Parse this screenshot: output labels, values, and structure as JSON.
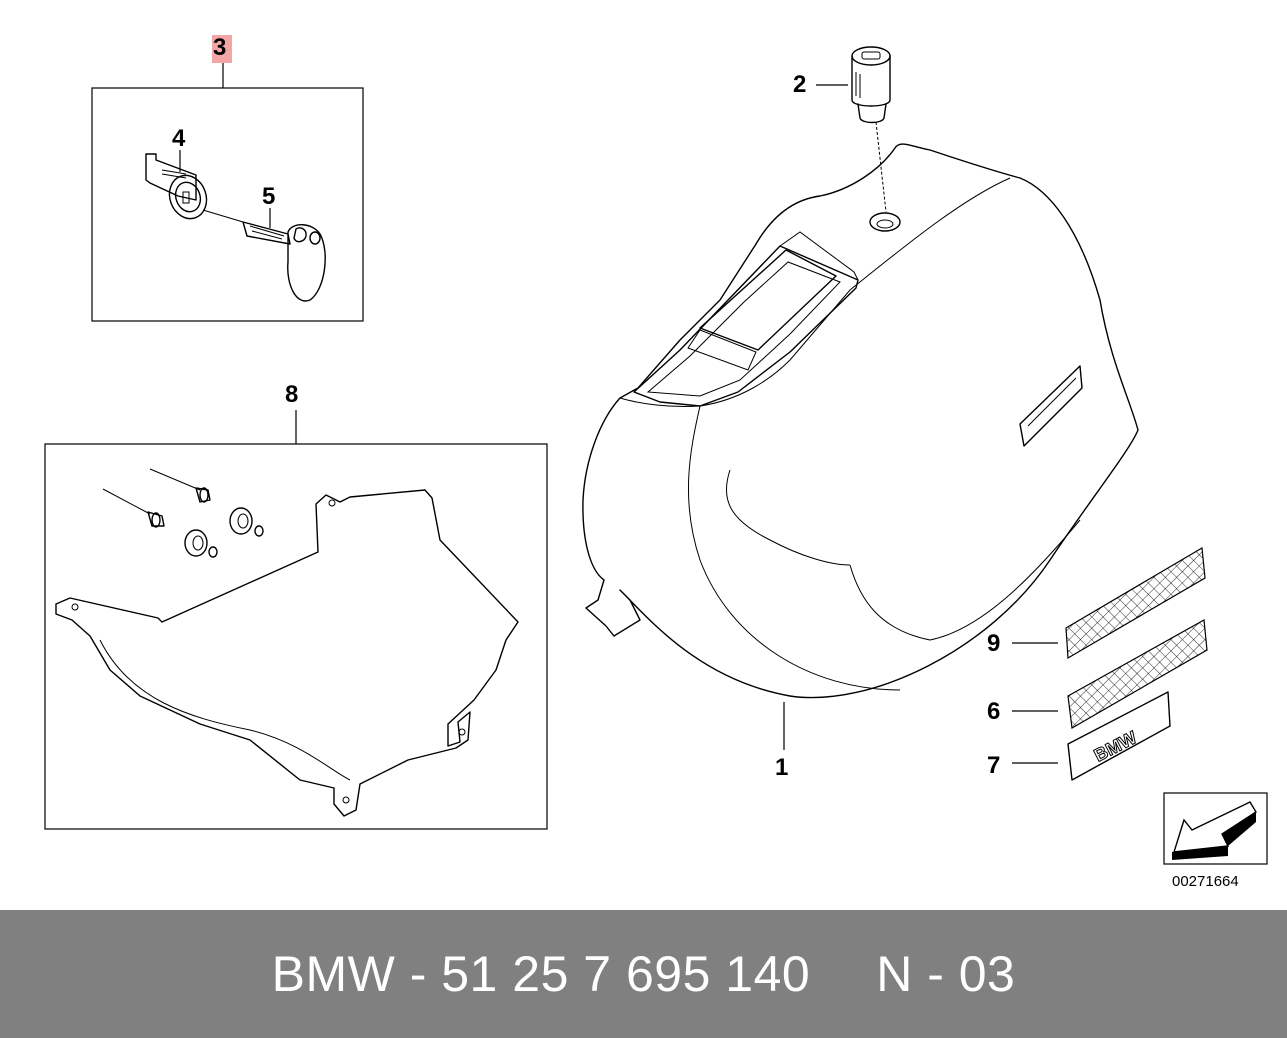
{
  "callouts": {
    "c1": "1",
    "c2": "2",
    "c3": "3",
    "c4": "4",
    "c5": "5",
    "c6": "6",
    "c7": "7",
    "c8": "8",
    "c9": "9"
  },
  "badge_text": "BMW",
  "drawing_id": "00271664",
  "footer": {
    "part_number": "BMW - 51 25 7 695 140",
    "code": "N - 03"
  },
  "colors": {
    "highlight": "#f4a6a6",
    "footer_bg": "#808080",
    "footer_text": "#ffffff"
  },
  "icons": [
    "lock-cylinder-icon",
    "key-icon",
    "direction-arrow-icon"
  ]
}
